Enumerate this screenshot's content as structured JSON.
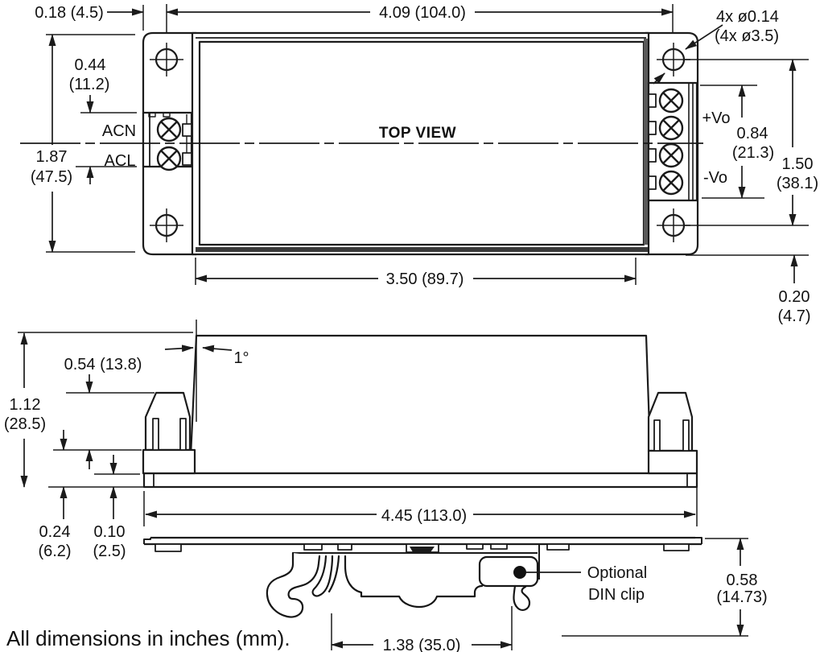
{
  "drawing": {
    "title": "TOP VIEW",
    "footer": "All dimensions in inches (mm).",
    "units_note": "inches (mm)",
    "top_view": {
      "flange_offset": "0.18 (4.5)",
      "hole_span_width": "4.09 (104.0)",
      "hole_note_1": "4x ø0.14",
      "hole_note_2": "(4x ø3.5)",
      "input_block_height_in": "0.44",
      "input_block_height_mm": "(11.2)",
      "acn": "ACN",
      "acl": "ACL",
      "overall_height_in": "1.87",
      "overall_height_mm": "(47.5)",
      "vo_plus": "+Vo",
      "vo_minus": "-Vo",
      "output_block_in": "0.84",
      "output_block_mm": "(21.3)",
      "hole_span_height_in": "1.50",
      "hole_span_height_mm": "(38.1)",
      "hole_edge_in": "0.20",
      "hole_edge_mm": "(4.7)",
      "body_width": "3.50 (89.7)"
    },
    "side_view": {
      "draft_angle": "1°",
      "block_top_offset": "0.54 (13.8)",
      "height_in": "1.12",
      "height_mm": "(28.5)",
      "base_in": "0.24",
      "base_mm": "(6.2)",
      "lip_in": "0.10",
      "lip_mm": "(2.5)",
      "overall_width": "4.45 (113.0)"
    },
    "din_view": {
      "clip_note_1": "Optional",
      "clip_note_2": "DIN clip",
      "rail_span": "1.38 (35.0)",
      "depth_in": "0.58",
      "depth_mm": "(14.73)"
    }
  }
}
